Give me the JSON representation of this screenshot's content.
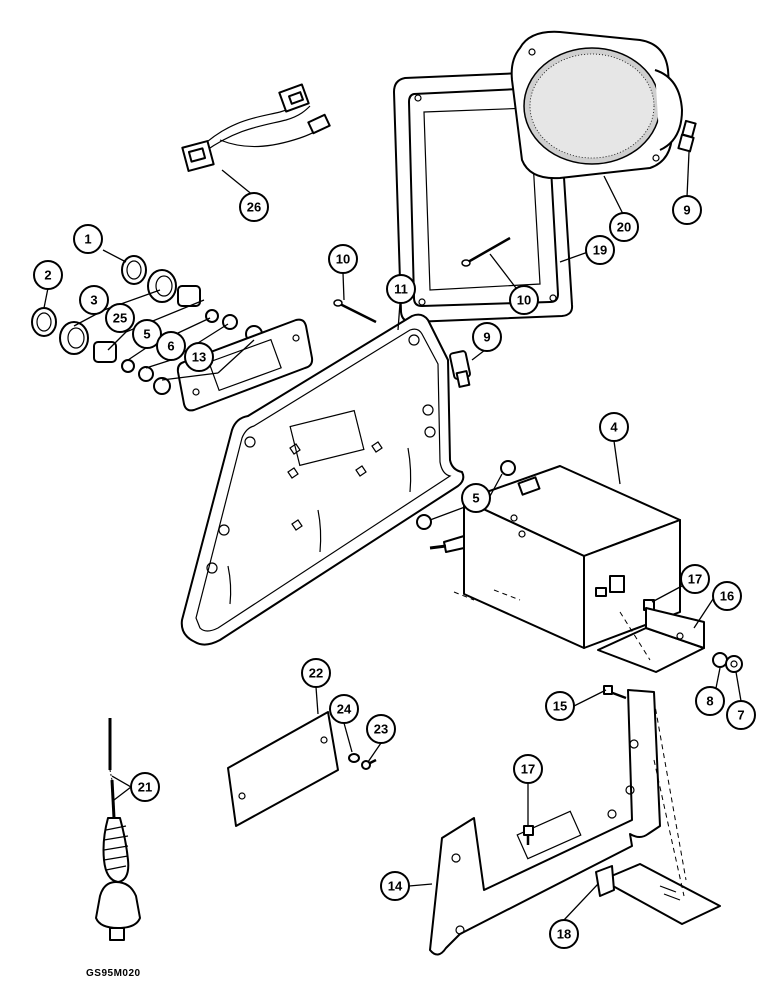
{
  "figure_code": "GS95M020",
  "callouts": [
    {
      "id": "c26",
      "label": "26"
    },
    {
      "id": "c19",
      "label": "19"
    },
    {
      "id": "c20",
      "label": "20"
    },
    {
      "id": "c9a",
      "label": "9"
    },
    {
      "id": "c10a",
      "label": "10"
    },
    {
      "id": "c10b",
      "label": "10"
    },
    {
      "id": "c11",
      "label": "11"
    },
    {
      "id": "c9b",
      "label": "9"
    },
    {
      "id": "c1",
      "label": "1"
    },
    {
      "id": "c2",
      "label": "2"
    },
    {
      "id": "c3",
      "label": "3"
    },
    {
      "id": "c25",
      "label": "25"
    },
    {
      "id": "c5a",
      "label": "5"
    },
    {
      "id": "c6",
      "label": "6"
    },
    {
      "id": "c13",
      "label": "13"
    },
    {
      "id": "c4",
      "label": "4"
    },
    {
      "id": "c5b",
      "label": "5"
    },
    {
      "id": "c17a",
      "label": "17"
    },
    {
      "id": "c16",
      "label": "16"
    },
    {
      "id": "c8",
      "label": "8"
    },
    {
      "id": "c7",
      "label": "7"
    },
    {
      "id": "c22",
      "label": "22"
    },
    {
      "id": "c24",
      "label": "24"
    },
    {
      "id": "c23",
      "label": "23"
    },
    {
      "id": "c15",
      "label": "15"
    },
    {
      "id": "c21",
      "label": "21"
    },
    {
      "id": "c17b",
      "label": "17"
    },
    {
      "id": "c14",
      "label": "14"
    },
    {
      "id": "c18",
      "label": "18"
    }
  ]
}
